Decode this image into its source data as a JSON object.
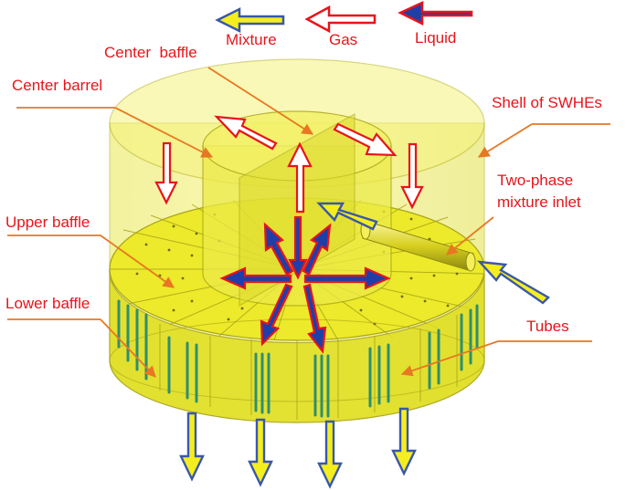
{
  "legend": {
    "mixture": "Mixture",
    "gas": "Gas",
    "liquid": "Liquid"
  },
  "labels": {
    "center_baffle": "Center  baffle",
    "center_barrel": "Center barrel",
    "shell": "Shell of SWHEs",
    "inlet_line1": "Two-phase",
    "inlet_line2": "mixture inlet",
    "upper_baffle": "Upper baffle",
    "lower_baffle": "Lower baffle",
    "tubes": "Tubes"
  },
  "colors": {
    "label_text": "#e8141b",
    "leader_line": "#e87722",
    "shell_fill": "#f2f05c",
    "baffle_fill": "#e6e400",
    "tube": "#2f8f6f",
    "gas_arrow": "#e8141b",
    "liquid_arrow": "#1f3fa8",
    "mixture_arrow_fill": "#f5ee1f",
    "mixture_arrow_edge": "#3a58a8"
  }
}
